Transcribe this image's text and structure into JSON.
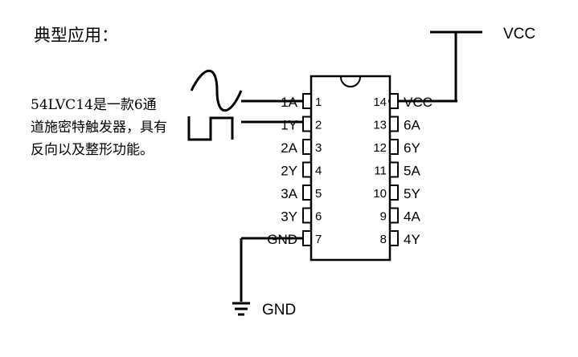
{
  "heading": "典型应用：",
  "description": "54LVC14是一款6通道施密特触发器，具有反向以及整形功能。",
  "labels": {
    "vcc_top": "VCC",
    "gnd_bottom": "GND"
  },
  "ic": {
    "left_pins": [
      {
        "num": "1",
        "name": "1A"
      },
      {
        "num": "2",
        "name": "1Y"
      },
      {
        "num": "3",
        "name": "2A"
      },
      {
        "num": "4",
        "name": "2Y"
      },
      {
        "num": "5",
        "name": "3A"
      },
      {
        "num": "6",
        "name": "3Y"
      },
      {
        "num": "7",
        "name": "GND"
      }
    ],
    "right_pins": [
      {
        "num": "14",
        "name": "VCC"
      },
      {
        "num": "13",
        "name": "6A"
      },
      {
        "num": "12",
        "name": "6Y"
      },
      {
        "num": "11",
        "name": "5A"
      },
      {
        "num": "10",
        "name": "5Y"
      },
      {
        "num": "9",
        "name": "4A"
      },
      {
        "num": "8",
        "name": "4Y"
      }
    ]
  },
  "icons": {
    "input": "sine-wave-icon",
    "output": "square-wave-icon",
    "ground": "ground-symbol-icon"
  }
}
